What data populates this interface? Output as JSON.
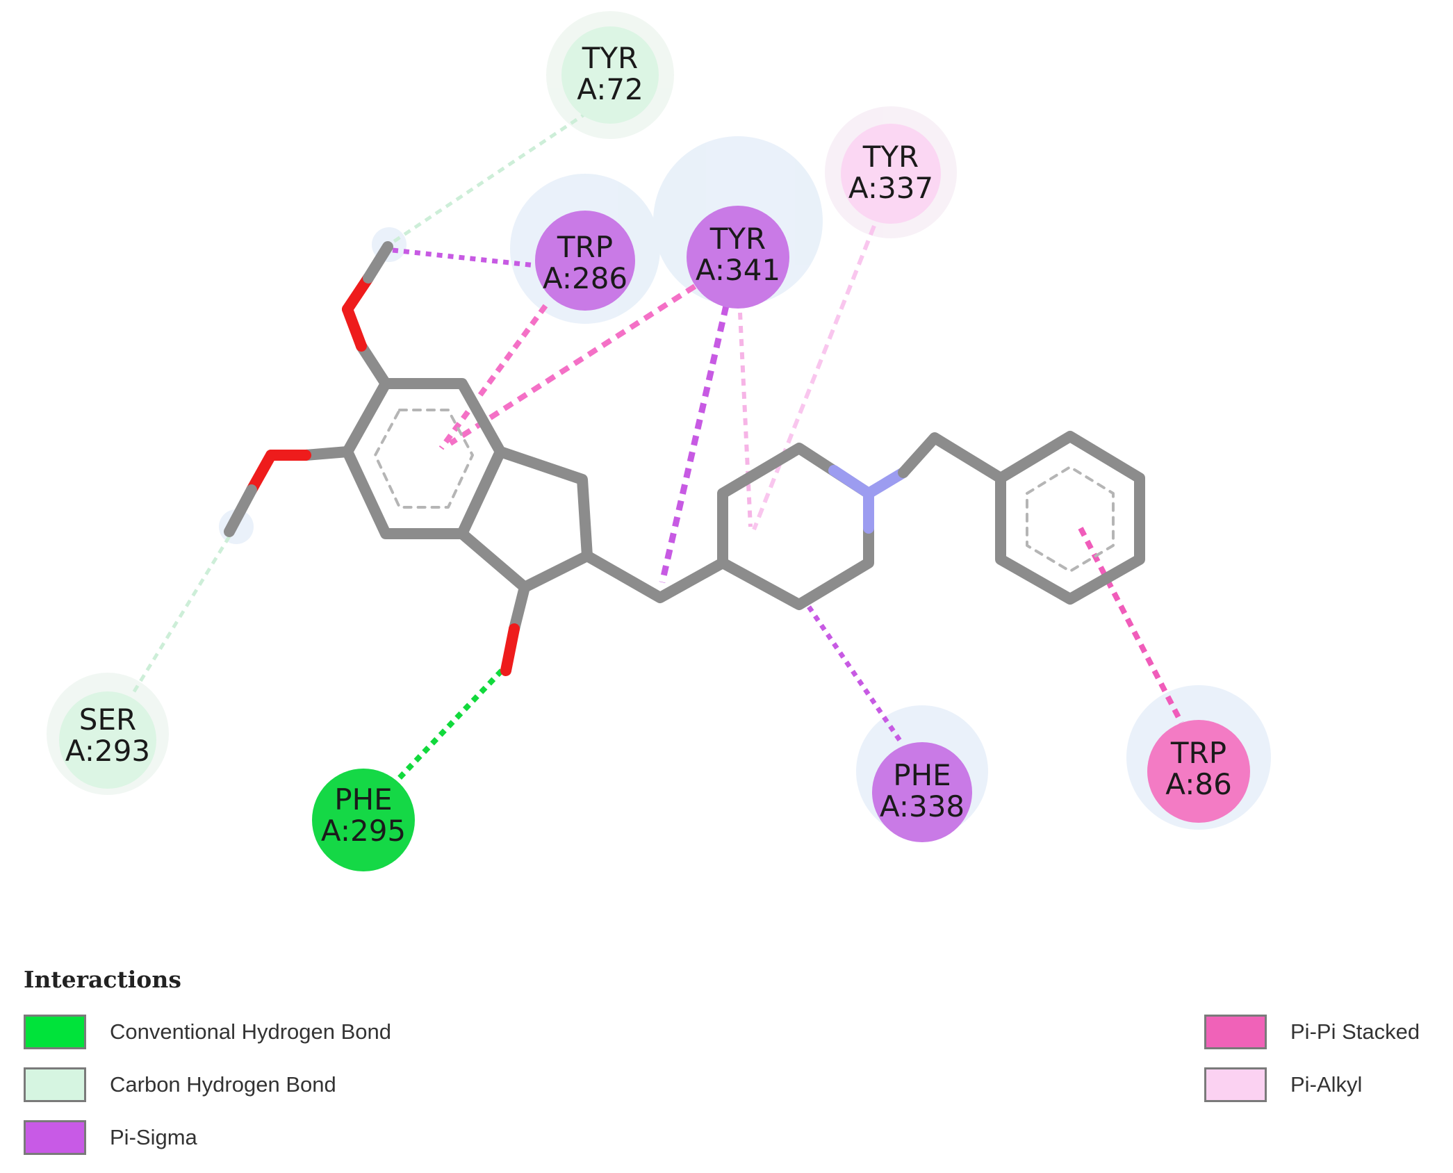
{
  "legend": {
    "title": "Interactions",
    "items": [
      {
        "key": "conventional_hbond",
        "label": "Conventional Hydrogen Bond",
        "color": "#00e33a"
      },
      {
        "key": "carbon_hbond",
        "label": "Carbon Hydrogen Bond",
        "color": "#d6f5e1"
      },
      {
        "key": "pi_sigma",
        "label": "Pi-Sigma",
        "color": "#c85ae6"
      },
      {
        "key": "pi_pi_stacked",
        "label": "Pi-Pi Stacked",
        "color": "#f062b8"
      },
      {
        "key": "pi_alkyl",
        "label": "Pi-Alkyl",
        "color": "#fbd2f2"
      }
    ]
  },
  "residues": [
    {
      "id": "tyr72",
      "name": "TYR",
      "pos": "A:72",
      "type": "carbon_hbond"
    },
    {
      "id": "trp286",
      "name": "TRP",
      "pos": "A:286",
      "type": "pi_sigma"
    },
    {
      "id": "tyr341",
      "name": "TYR",
      "pos": "A:341",
      "type": "pi_sigma"
    },
    {
      "id": "tyr337",
      "name": "TYR",
      "pos": "A:337",
      "type": "pi_alkyl"
    },
    {
      "id": "ser293",
      "name": "SER",
      "pos": "A:293",
      "type": "carbon_hbond"
    },
    {
      "id": "phe295",
      "name": "PHE",
      "pos": "A:295",
      "type": "conventional_hbond"
    },
    {
      "id": "phe338",
      "name": "PHE",
      "pos": "A:338",
      "type": "pi_sigma"
    },
    {
      "id": "trp86",
      "name": "TRP",
      "pos": "A:86",
      "type": "pi_pi_stacked"
    }
  ],
  "colors": {
    "bond": "#8c8c8c",
    "oxygen": "#ee1c1c",
    "nitrogen": "#9c9cf0",
    "halo": "#e3eefa"
  }
}
